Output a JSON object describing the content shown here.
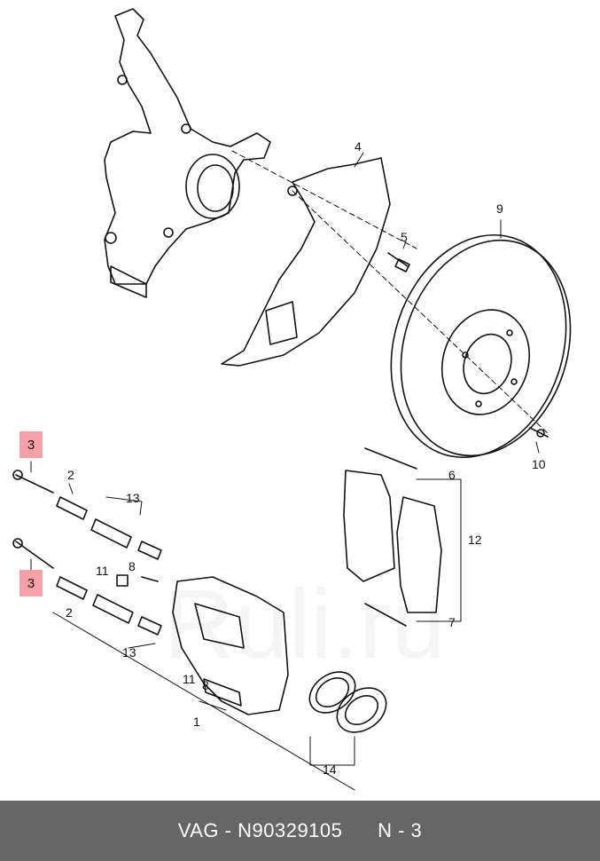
{
  "labels": {
    "l1": "1",
    "l2a": "2",
    "l2b": "2",
    "l3a": "3",
    "l3b": "3",
    "l4": "4",
    "l5": "5",
    "l6": "6",
    "l7": "7",
    "l8a": "8",
    "l8b": "8",
    "l9": "9",
    "l10": "10",
    "l11a": "11",
    "l11b": "11",
    "l12": "12",
    "l13a": "13",
    "l13b": "13",
    "l14": "14"
  },
  "watermark": "Ruli.ru",
  "footer": {
    "brand": "VAG",
    "sep": " - ",
    "part_number": "N90329105",
    "position": "N - 3"
  },
  "colors": {
    "highlight": "#f4a0a6",
    "footer_bg": "#666666"
  }
}
